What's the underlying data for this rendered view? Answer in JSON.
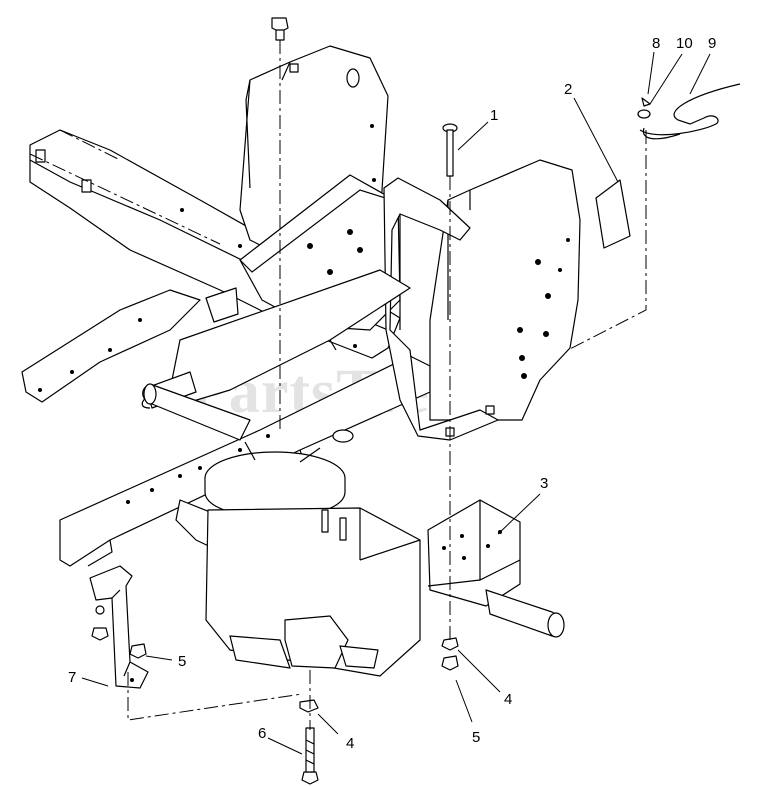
{
  "watermark": {
    "text": "PartsTree"
  },
  "callouts": {
    "part_1": "1",
    "part_2": "2",
    "part_3": "3",
    "part_4_left": "4",
    "part_4_right": "4",
    "part_5_left": "5",
    "part_5_right": "5",
    "part_6": "6",
    "part_7": "7",
    "part_8": "8",
    "part_9": "9",
    "part_10": "10"
  }
}
